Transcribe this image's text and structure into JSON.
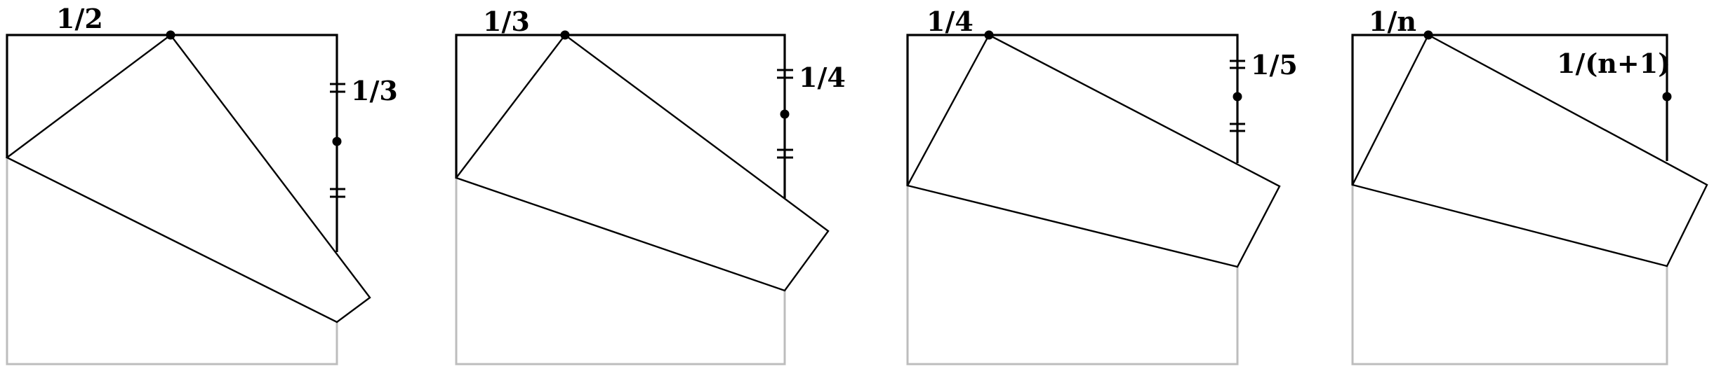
{
  "panels": [
    {
      "top_label": "1/2",
      "side_label": "1/3"
    },
    {
      "top_label": "1/3",
      "side_label": "1/4"
    },
    {
      "top_label": "1/4",
      "side_label": "1/5"
    },
    {
      "top_label": "1/n",
      "side_label": "1/(n+1)"
    }
  ]
}
